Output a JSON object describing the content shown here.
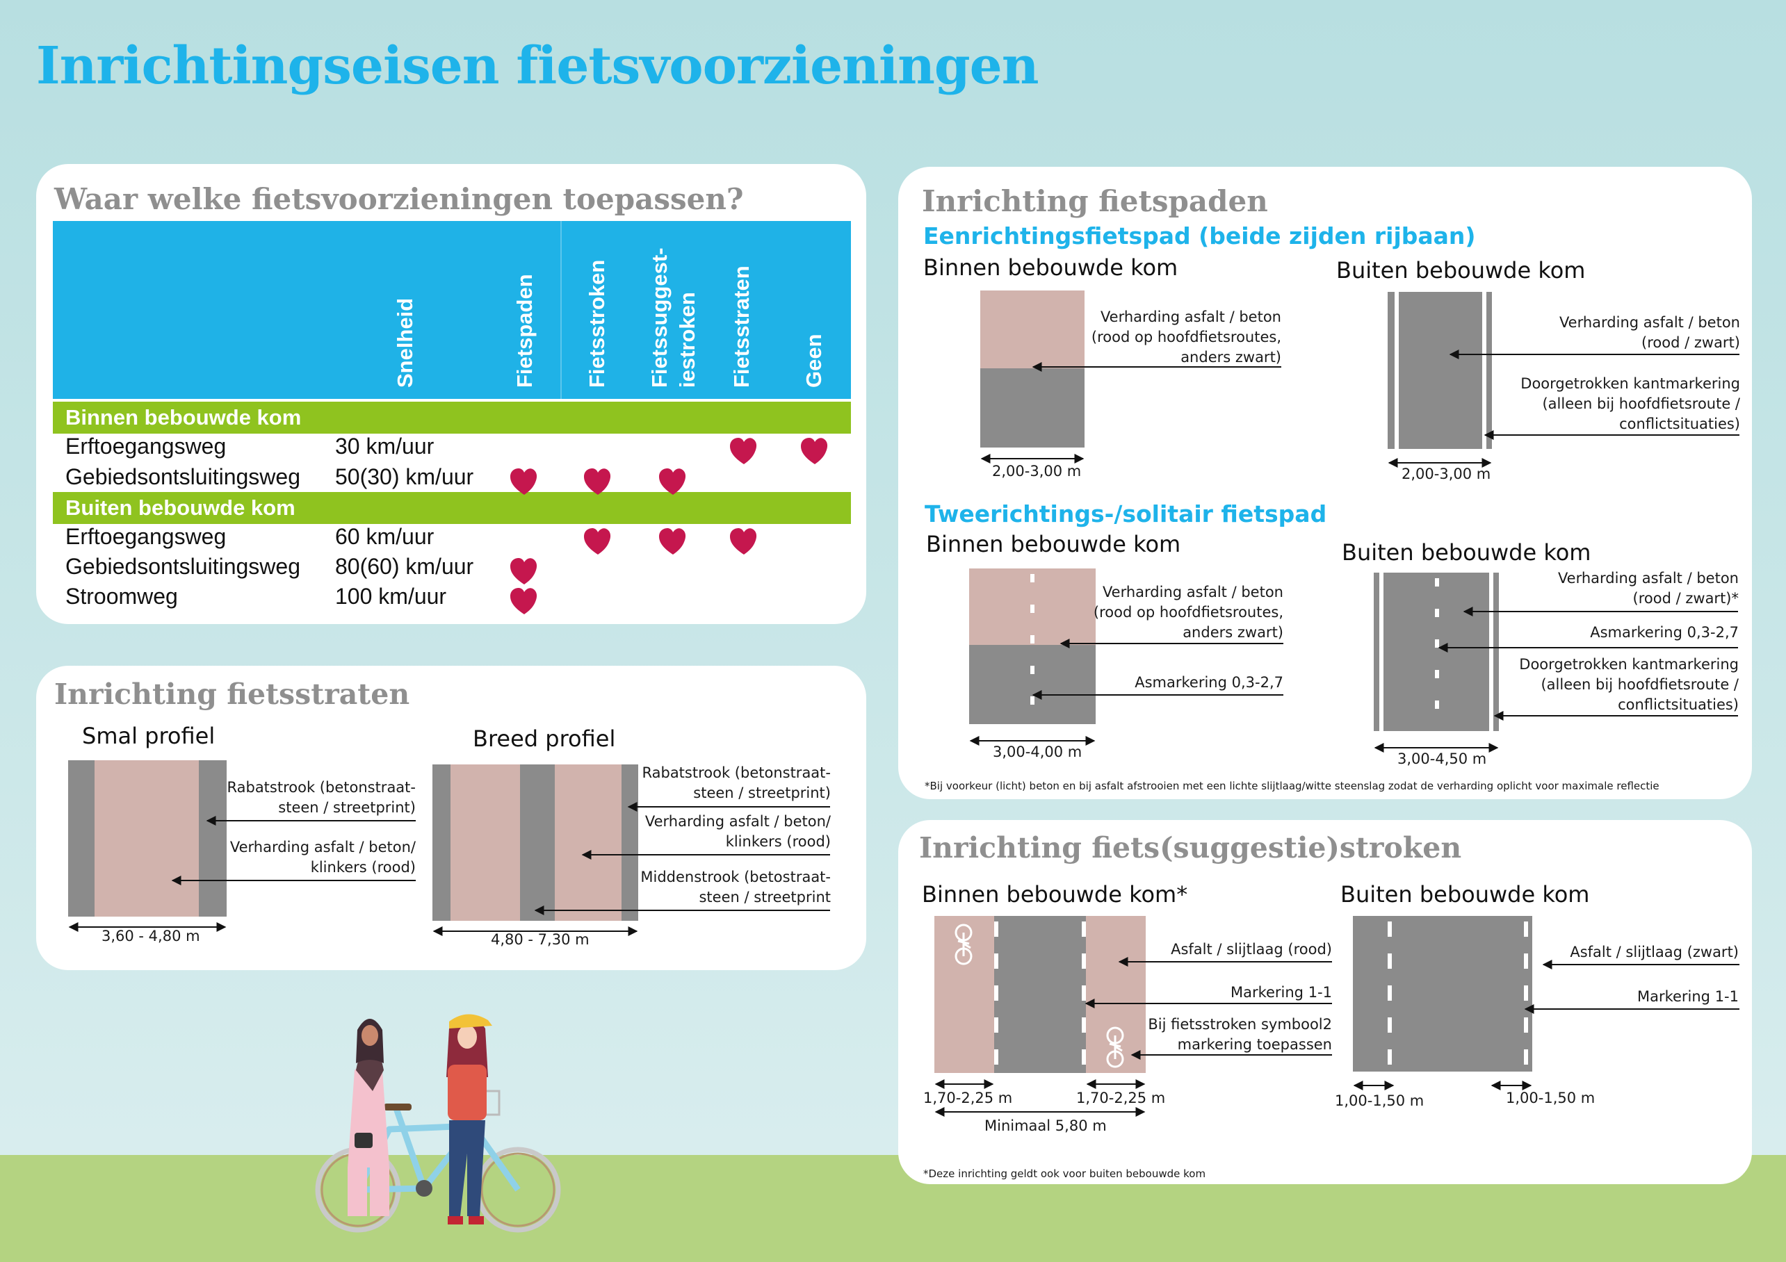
{
  "title": "Inrichtingseisen fietsvoorzieningen",
  "colors": {
    "blue": "#1eb3ea",
    "green": "#8fc31f",
    "grey": "#8a8a8a",
    "pink": "#d1b3ad",
    "heart": "#c5174e",
    "road": "#8b8b8b"
  },
  "table": {
    "title": "Waar welke fietsvoorzieningen toepassen?",
    "columns": [
      "Snelheid",
      "Fietspaden",
      "Fietsstroken",
      "Fietssuggest-",
      "iestroken",
      "Fietsstraten",
      "Geen"
    ],
    "groups": [
      {
        "name": "Binnen bebouwde kom",
        "rows": [
          {
            "road": "Erftoegangsweg",
            "speed": "30 km/uur",
            "marks": [
              0,
              0,
              0,
              1,
              1
            ]
          },
          {
            "road": "Gebiedsontsluitingsweg",
            "speed": "50(30) km/uur",
            "marks": [
              1,
              1,
              1,
              0,
              0
            ]
          }
        ]
      },
      {
        "name": "Buiten bebouwde kom",
        "rows": [
          {
            "road": "Erftoegangsweg",
            "speed": "60 km/uur",
            "marks": [
              0,
              1,
              1,
              1,
              0
            ]
          },
          {
            "road": "Gebiedsontsluitingsweg",
            "speed": "80(60) km/uur",
            "marks": [
              1,
              0,
              0,
              0,
              0
            ]
          },
          {
            "road": "Stroomweg",
            "speed": "100 km/uur",
            "marks": [
              1,
              0,
              0,
              0,
              0
            ]
          }
        ]
      }
    ],
    "heart_icon": "heart-icon"
  },
  "straten": {
    "title": "Inrichting fietsstraten",
    "smal": {
      "label": "Smal profiel",
      "ann1": [
        "Rabatstrook (betonstraat-",
        "steen / streetprint)"
      ],
      "ann2": [
        "Verharding asfalt / beton/",
        "klinkers (rood)"
      ],
      "dim": "3,60 - 4,80 m"
    },
    "breed": {
      "label": "Breed profiel",
      "ann1": [
        "Rabatstrook (betonstraat-",
        "steen / streetprint)"
      ],
      "ann2": [
        "Verharding asfalt / beton/",
        "klinkers (rood)"
      ],
      "ann3": [
        "Middenstrook (betostraat-",
        "steen / streetprint"
      ],
      "dim": "4,80 - 7,30 m"
    }
  },
  "paden": {
    "title": "Inrichting fietspaden",
    "een": {
      "subhead": "Eenrichtingsfietspad (beide zijden rijbaan)",
      "binnen": {
        "label": "Binnen bebouwde kom",
        "ann1": [
          "Verharding asfalt / beton",
          "(rood op hoofdfietsroutes,",
          "anders zwart)"
        ],
        "dim": "2,00-3,00 m"
      },
      "buiten": {
        "label": "Buiten bebouwde kom",
        "ann1": [
          "Verharding asfalt / beton",
          "(rood / zwart)"
        ],
        "ann2": [
          "Doorgetrokken kantmarkering",
          "(alleen bij hoofdfietsroute /",
          "conflictsituaties)"
        ],
        "dim": "2,00-3,00 m"
      }
    },
    "twee": {
      "subhead": "Tweerichtings-/solitair fietspad",
      "binnen": {
        "label": "Binnen bebouwde kom",
        "ann1": [
          "Verharding asfalt / beton",
          "(rood op hoofdfietsroutes,",
          "anders zwart)"
        ],
        "ann2": [
          "Asmarkering 0,3-2,7"
        ],
        "dim": "3,00-4,00 m"
      },
      "buiten": {
        "label": "Buiten bebouwde kom",
        "ann1": [
          "Verharding asfalt / beton",
          "(rood / zwart)*"
        ],
        "ann2": [
          "Asmarkering 0,3-2,7"
        ],
        "ann3": [
          "Doorgetrokken kantmarkering",
          "(alleen bij hoofdfietsroute /",
          "conflictsituaties)"
        ],
        "dim": "3,00-4,50 m"
      }
    },
    "note": "*Bij voorkeur (licht) beton en bij asfalt afstrooien met een lichte slijtlaag/witte steenslag zodat de verharding oplicht voor maximale reflectie"
  },
  "stroken": {
    "title": "Inrichting fiets(suggestie)stroken",
    "binnen": {
      "label": "Binnen bebouwde kom*",
      "ann1": [
        "Asfalt / slijtlaag (rood)"
      ],
      "ann2": [
        "Markering 1-1"
      ],
      "ann3": [
        "Bij fietsstroken symbool2",
        "markering toepassen"
      ],
      "dim1": "1,70-2,25 m",
      "dim2": "1,70-2,25 m",
      "dim3": "Minimaal 5,80 m"
    },
    "buiten": {
      "label": "Buiten bebouwde kom",
      "ann1": [
        "Asfalt / slijtlaag (zwart)"
      ],
      "ann2": [
        "Markering 1-1"
      ],
      "dim1": "1,00-1,50 m",
      "dim2": "1,00-1,50 m"
    },
    "note": "*Deze inrichting geldt ook voor buiten bebouwde kom",
    "bike_icon": "bicycle-icon"
  }
}
